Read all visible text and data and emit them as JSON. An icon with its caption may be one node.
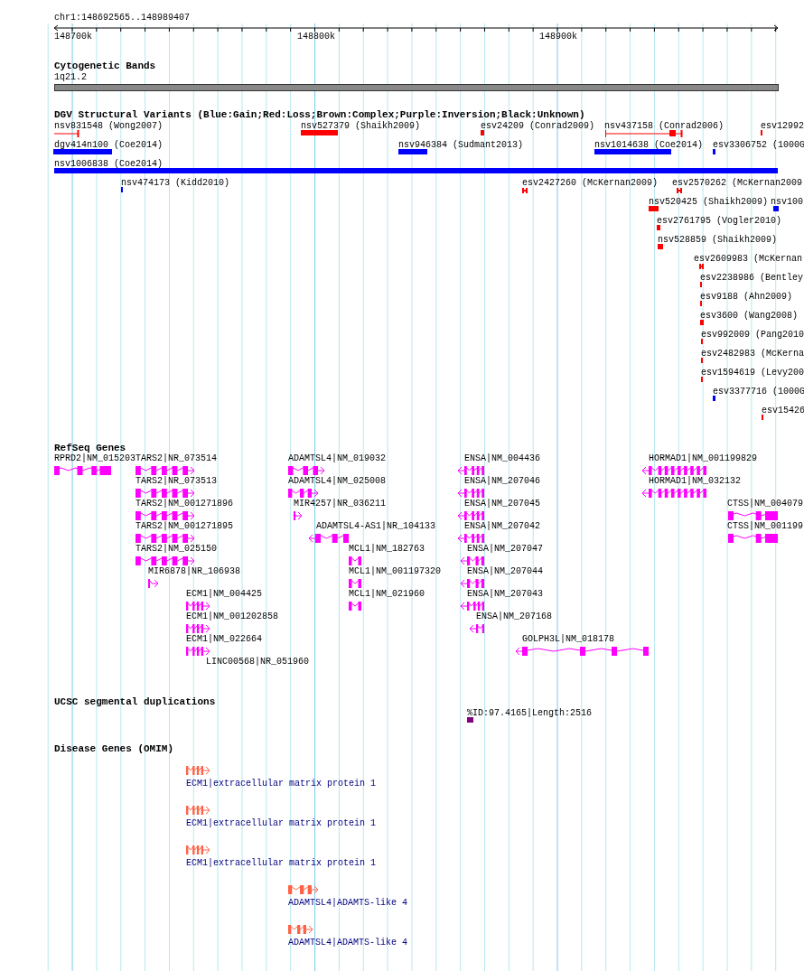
{
  "diagram": {
    "labels": [
      "chr1:148692565..148989407",
      "148700k",
      "148800k",
      "148900k",
      "Cytogenetic Bands",
      "1q21.2",
      "DGV Structural Variants (Blue:Gain;Red:Loss;Brown:Complex;Purple:Inversion;Black:Unknown)",
      "nsv831548 (Wong2007)",
      "nsv527379 (Shaikh2009)",
      "esv24209 (Conrad2009)",
      "nsv437158 (Conrad2006)",
      "esv12992",
      "dgv414n100 (Coe2014)",
      "nsv946384 (Sudmant2013)",
      "nsv1014638 (Coe2014)",
      "esv3306752 (1000G",
      "nsv1006838 (Coe2014)",
      "nsv474173 (Kidd2010)",
      "esv2427260 (McKernan2009)",
      "esv2570262 (McKernan2009",
      "nsv520425 (Shaikh2009)",
      "nsv100",
      "esv2761795 (Vogler2010)",
      "nsv528859 (Shaikh2009)",
      "esv2609983 (McKernan",
      "esv2238986 (Bentley",
      "esv9188 (Ahn2009)",
      "esv3600 (Wang2008)",
      "esv992009 (Pang2010",
      "esv2482983 (McKerna",
      "esv1594619 (Levy200",
      "esv3377716 (1000G",
      "esv15426",
      "RefSeq Genes",
      "RPRD2|NM_015203",
      "TARS2|NR_073514",
      "ADAMTSL4|NM_019032",
      "ENSA|NM_004436",
      "HORMAD1|NM_001199829",
      "TARS2|NR_073513",
      "ADAMTSL4|NM_025008",
      "ENSA|NM_207046",
      "HORMAD1|NM_032132",
      "TARS2|NM_001271896",
      "MIR4257|NR_036211",
      "ENSA|NM_207045",
      "CTSS|NM_004079",
      "TARS2|NM_001271895",
      "ADAMTSL4-AS1|NR_104133",
      "ENSA|NM_207042",
      "CTSS|NM_001199",
      "TARS2|NM_025150",
      "MCL1|NM_182763",
      "ENSA|NM_207047",
      "MIR6878|NR_106938",
      "MCL1|NM_001197320",
      "ENSA|NM_207044",
      "ECM1|NM_004425",
      "MCL1|NM_021960",
      "ENSA|NM_207043",
      "ECM1|NM_001202858",
      "ENSA|NM_207168",
      "ECM1|NM_022664",
      "GOLPH3L|NM_018178",
      "LINC00568|NR_051960",
      "UCSC segmental duplications",
      "%ID:97.4165|Length:2516",
      "Disease Genes (OMIM)",
      "ECM1|extracellular matrix protein 1",
      "ECM1|extracellular matrix protein 1",
      "ECM1|extracellular matrix protein 1",
      "ADAMTSL4|ADAMTS-like 4",
      "ADAMTSL4|ADAMTS-like 4"
    ]
  }
}
